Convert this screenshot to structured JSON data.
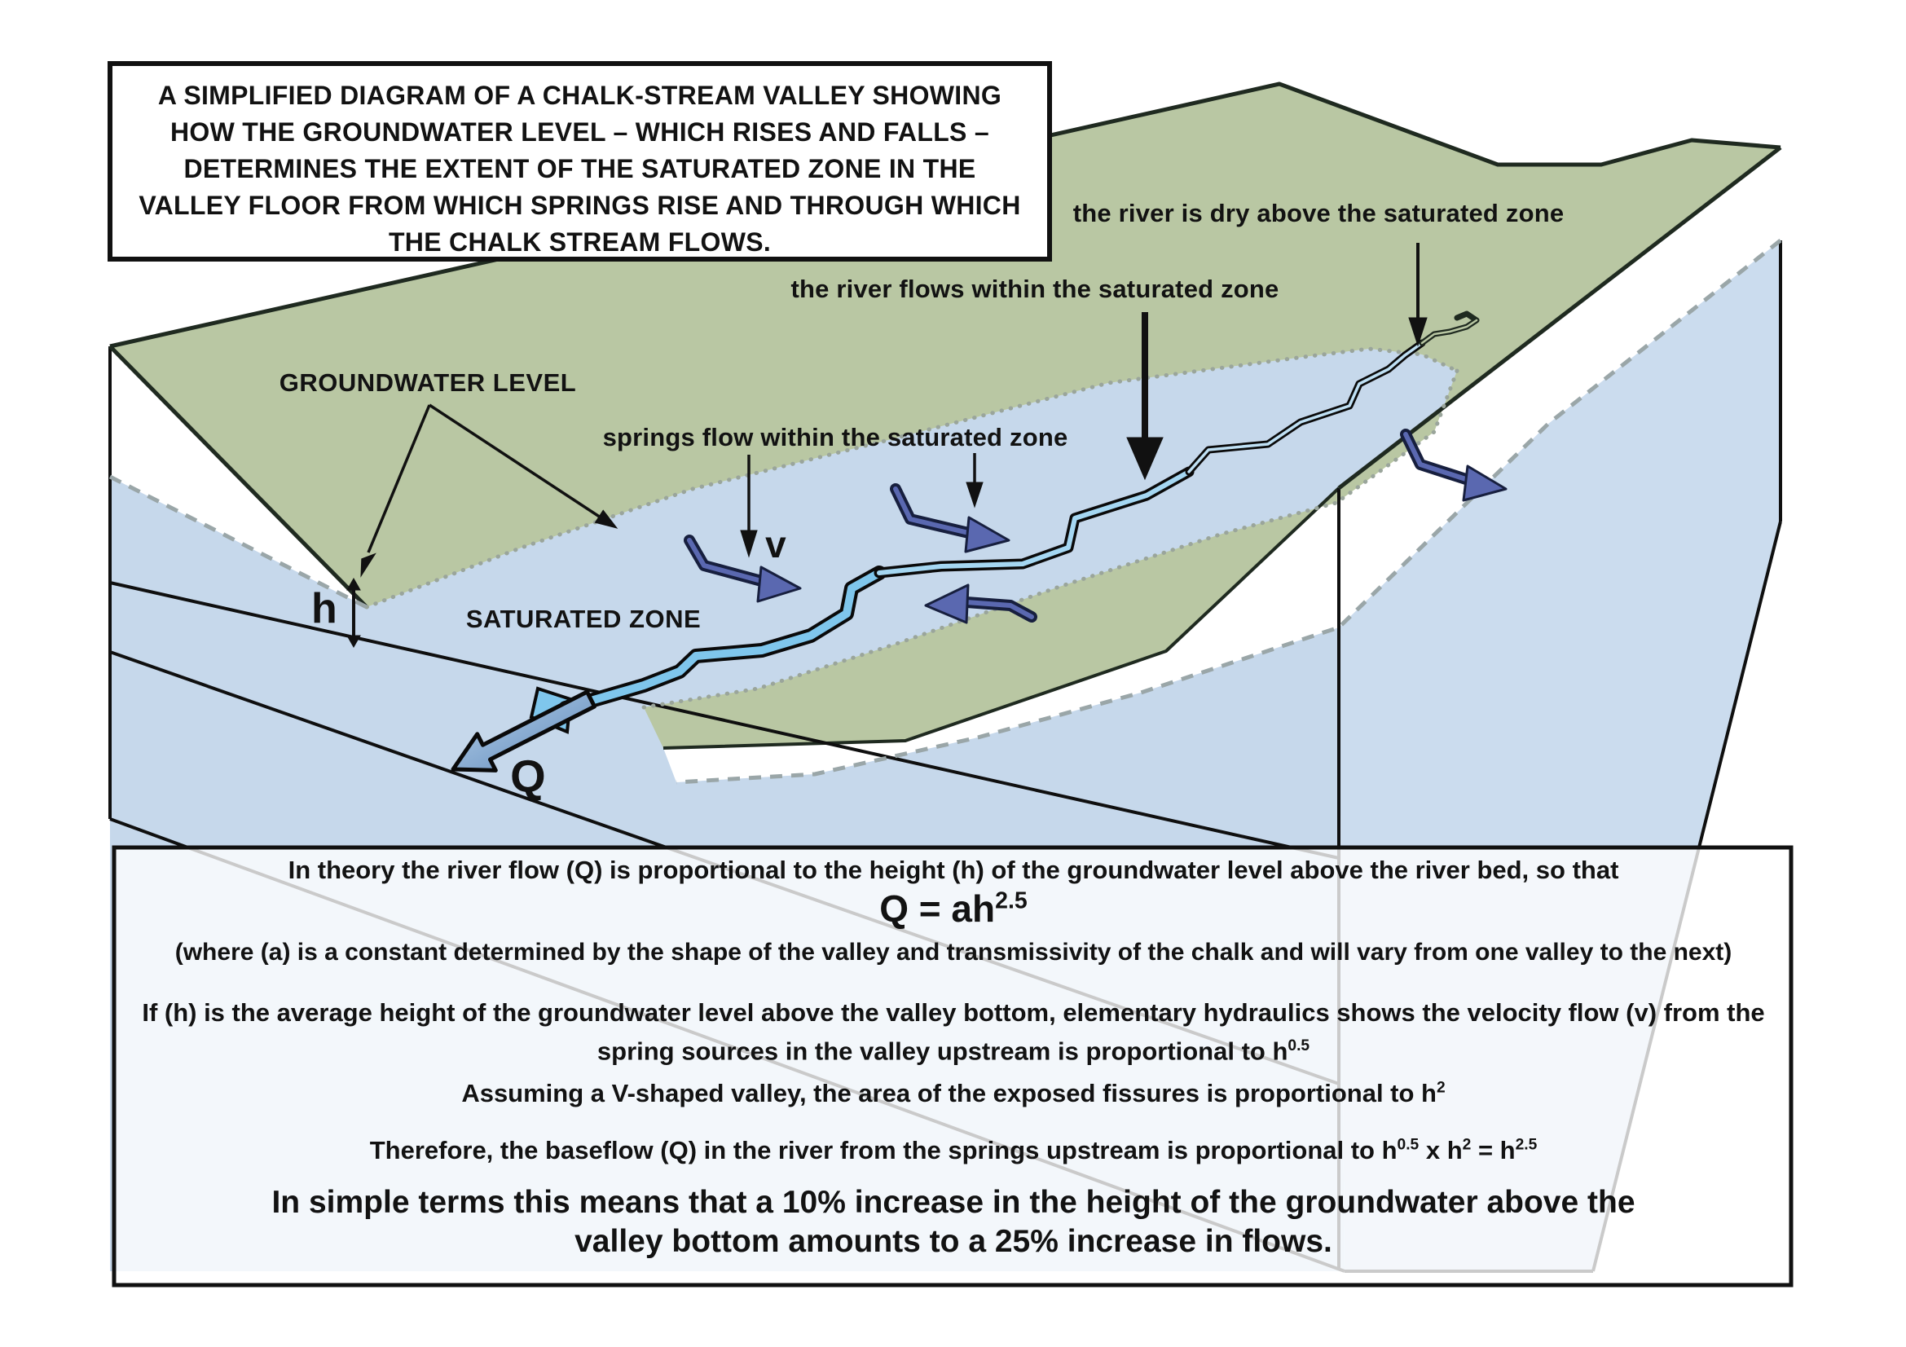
{
  "title_box": {
    "lines": [
      "A SIMPLIFIED DIAGRAM OF A CHALK-STREAM VALLEY SHOWING",
      "HOW THE GROUNDWATER LEVEL – WHICH RISES AND FALLS –",
      "DETERMINES THE EXTENT OF THE SATURATED ZONE IN THE",
      "VALLEY FLOOR FROM WHICH SPRINGS RISE AND THROUGH WHICH",
      "THE CHALK STREAM FLOWS."
    ]
  },
  "diagram_labels": {
    "river_dry": "the river is dry above the saturated zone",
    "river_flows": "the river flows within the saturated zone",
    "springs_flow": "springs flow within the saturated zone",
    "groundwater_level": "GROUNDWATER LEVEL",
    "saturated_zone": "SATURATED ZONE",
    "height_symbol": "h",
    "velocity_symbol": "v",
    "flow_symbol": "Q"
  },
  "notes": {
    "line1": "In theory the river flow (Q) is proportional to the height (h) of the groundwater level above the river bed, so that",
    "formula": {
      "base": "Q = ah",
      "sup": "2.5"
    },
    "line2": "(where (a) is a constant determined by the shape of the valley and transmissivity of the chalk and will vary from one valley to the next)",
    "line3": {
      "p1": "If (h) is the average height of the groundwater level above the valley bottom, elementary hydraulics shows the velocity flow (v) from the spring sources in the valley upstream is proportional to h",
      "sup1": "0.5"
    },
    "line4": {
      "p1": "Assuming a V-shaped valley, the area of the exposed fissures is proportional to h",
      "sup1": "2"
    },
    "line5": {
      "p1": "Therefore, the baseflow (Q) in the river from the springs upstream is proportional to h",
      "sup1": "0.5",
      "p2": " x h",
      "sup2": "2",
      "p3": " = h",
      "sup3": "2.5"
    },
    "line6": "In simple terms this means that a 10% increase in the height of the groundwater above the valley bottom amounts to a 25% increase in flows."
  },
  "colors": {
    "land_green": "#b9c7a3",
    "land_edge": "#1f2a20",
    "chalk_blue": "#c6d8eb",
    "face_blue": "#cbdcee",
    "river_blue": "#7fc6ec",
    "river_blue_mid": "#a5d7f2",
    "river_blue_light": "#bfe0f4",
    "arrow_navy": "#5a68b0",
    "arrow_navy_dark": "#171f3e",
    "line_dark": "#0f0f0f",
    "dotted_gray": "#9aa59b",
    "dashed_gray": "#9aa6a8",
    "q_arrow_light": "#b8d2ea",
    "q_arrow_deep": "#5d88bb"
  }
}
